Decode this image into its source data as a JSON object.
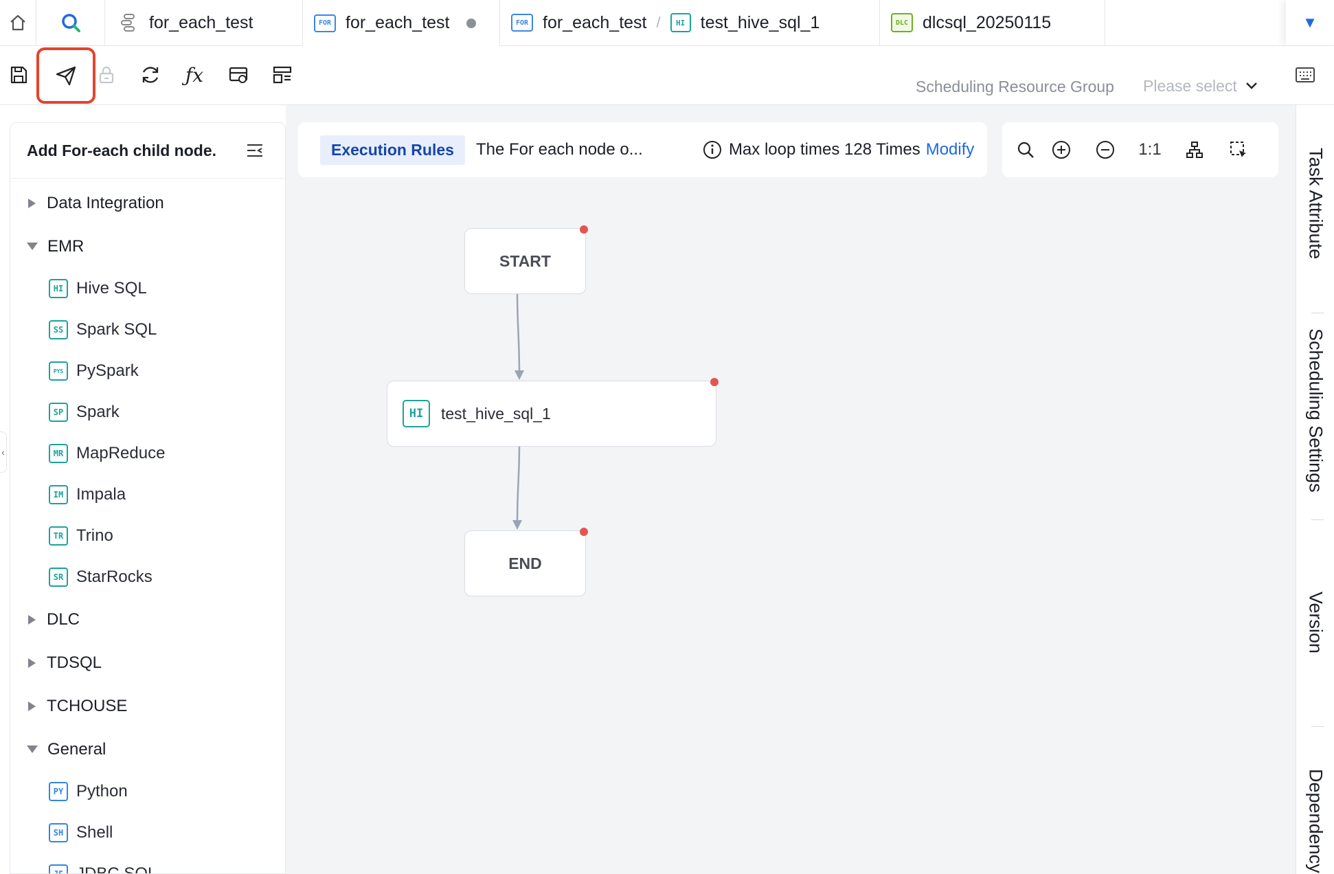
{
  "tabs": {
    "items": [
      {
        "badge": "",
        "label": "for_each_test"
      },
      {
        "badge": "FOR",
        "label": "for_each_test"
      },
      {
        "badge": "FOR",
        "label": "for_each_test",
        "sep": "/",
        "badge2": "HI",
        "label2": "test_hive_sql_1"
      },
      {
        "badge": "DLC",
        "label": "dlcsql_20250115"
      }
    ]
  },
  "toolbar": {
    "resource_group_label": "Scheduling Resource Group",
    "resource_group_placeholder": "Please select"
  },
  "left_panel": {
    "title": "Add For-each child node.",
    "categories": [
      {
        "label": "Data Integration",
        "expanded": false
      },
      {
        "label": "EMR",
        "expanded": true,
        "items": [
          {
            "badge": "HI",
            "label": "Hive SQL"
          },
          {
            "badge": "SS",
            "label": "Spark SQL"
          },
          {
            "badge": "PYS",
            "label": "PySpark"
          },
          {
            "badge": "SP",
            "label": "Spark"
          },
          {
            "badge": "MR",
            "label": "MapReduce"
          },
          {
            "badge": "IM",
            "label": "Impala"
          },
          {
            "badge": "TR",
            "label": "Trino"
          },
          {
            "badge": "SR",
            "label": "StarRocks"
          }
        ]
      },
      {
        "label": "DLC",
        "expanded": false
      },
      {
        "label": "TDSQL",
        "expanded": false
      },
      {
        "label": "TCHOUSE",
        "expanded": false
      },
      {
        "label": "General",
        "expanded": true,
        "items": [
          {
            "badge": "PY",
            "label": "Python"
          },
          {
            "badge": "SH",
            "label": "Shell"
          },
          {
            "badge": "JS",
            "label": "JDBC SQL"
          }
        ]
      }
    ]
  },
  "canvas": {
    "rules_tag": "Execution Rules",
    "rules_text": "The For each node o...",
    "max_loop_text": "Max loop times 128 Times",
    "modify_label": "Modify",
    "zoom_ratio": "1:1",
    "nodes": {
      "start": "START",
      "task_badge": "HI",
      "task": "test_hive_sql_1",
      "end": "END"
    }
  },
  "right_rail": {
    "tabs": [
      "Task Attribute",
      "Scheduling Settings",
      "Version",
      "Dependency"
    ]
  },
  "colors": {
    "accent": "#1e6ae1",
    "highlight": "#e4432d",
    "teal": "#1aa39a",
    "status_dot": "#e25554"
  }
}
